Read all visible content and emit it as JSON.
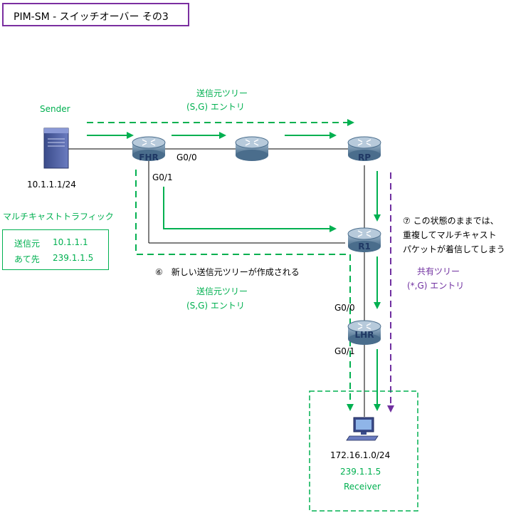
{
  "title": "PIM-SM - スイッチオーバー その3",
  "sender": {
    "label": "Sender",
    "ip": "10.1.1.1/24"
  },
  "routers": {
    "fhr": "FHR",
    "rp": "RP",
    "r1": "R1",
    "lhr": "LHR"
  },
  "interfaces": {
    "fhr_g00": "G0/0",
    "fhr_g01": "G0/1",
    "lhr_g00": "G0/0",
    "lhr_g01": "G0/1"
  },
  "source_tree_top": {
    "line1": "送信元ツリー",
    "line2": "(S,G) エントリ"
  },
  "source_tree_bottom": {
    "line1": "送信元ツリー",
    "line2": "(S,G) エントリ"
  },
  "new_tree_note": "⑥　新しい送信元ツリーが作成される",
  "multicast_traffic": {
    "heading": "マルチキャストトラフィック",
    "src_label": "送信元",
    "src_value": "10.1.1.1",
    "dst_label": "あて先",
    "dst_value": "239.1.1.5"
  },
  "state_note": {
    "line1": "⑦ この状態のままでは、",
    "line2": "重複してマルチキャスト",
    "line3": "パケットが着信してしまう"
  },
  "shared_tree": {
    "line1": "共有ツリー",
    "line2": "(*,G) エントリ"
  },
  "receiver": {
    "network": "172.16.1.0/24",
    "group": "239.1.1.5",
    "label": "Receiver"
  },
  "colors": {
    "green": "#00b050",
    "purple": "#7030a0",
    "router": "#4a6d8c"
  }
}
